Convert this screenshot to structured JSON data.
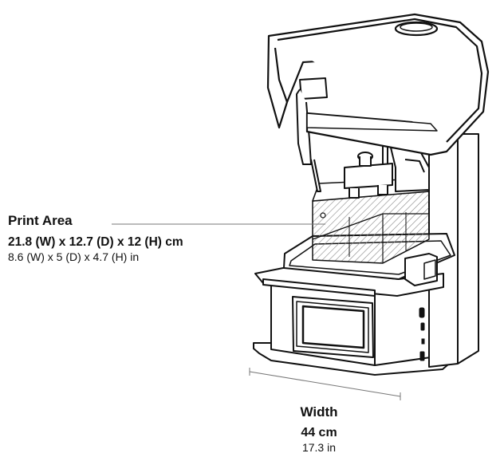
{
  "callout": {
    "title": "Print Area",
    "metric": "21.8 (W) x 12.7 (D) x 12 (H) cm",
    "imperial": "8.6 (W) x 5 (D) x 4.7 (H) in"
  },
  "width": {
    "title": "Width",
    "metric": "44 cm",
    "imperial": "17.3 in"
  },
  "colors": {
    "line": "#111111",
    "hatch": "#888888",
    "background": "#ffffff"
  }
}
